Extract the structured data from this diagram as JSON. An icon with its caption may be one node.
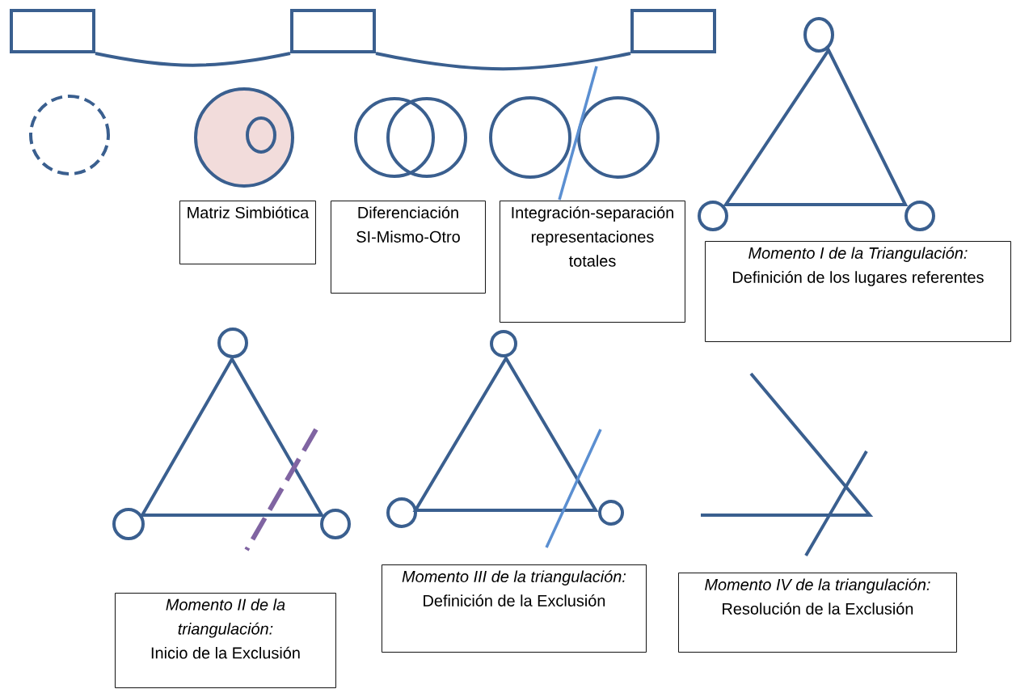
{
  "diagram": {
    "nodes": [
      {
        "text": [],
        "shape": "box"
      },
      {
        "text": [],
        "shape": "box"
      },
      {
        "text": [],
        "shape": "box"
      },
      {
        "text": [
          "Matriz Simbiótica"
        ]
      },
      {
        "text": [
          "Diferenciación SI-Mismo-Otro"
        ]
      },
      {
        "text": [
          "Integración-separación representaciones totales"
        ]
      },
      {
        "text": [
          "Momento I de la Triangulación:",
          "Definición de los lugares referentes"
        ]
      },
      {
        "text": [
          "Momento II de la triangulación:",
          "Inicio de la Exclusión"
        ]
      },
      {
        "text": [
          "Momento III de la triangulación:",
          "Definición de la Exclusión"
        ]
      },
      {
        "text": [
          "Momento IV de la triangulación:",
          "Resolución de la Exclusión"
        ]
      }
    ],
    "edges": [
      {
        "from": 0,
        "to": 1,
        "arrow": "none"
      },
      {
        "from": 1,
        "to": 2,
        "arrow": "none"
      }
    ]
  }
}
